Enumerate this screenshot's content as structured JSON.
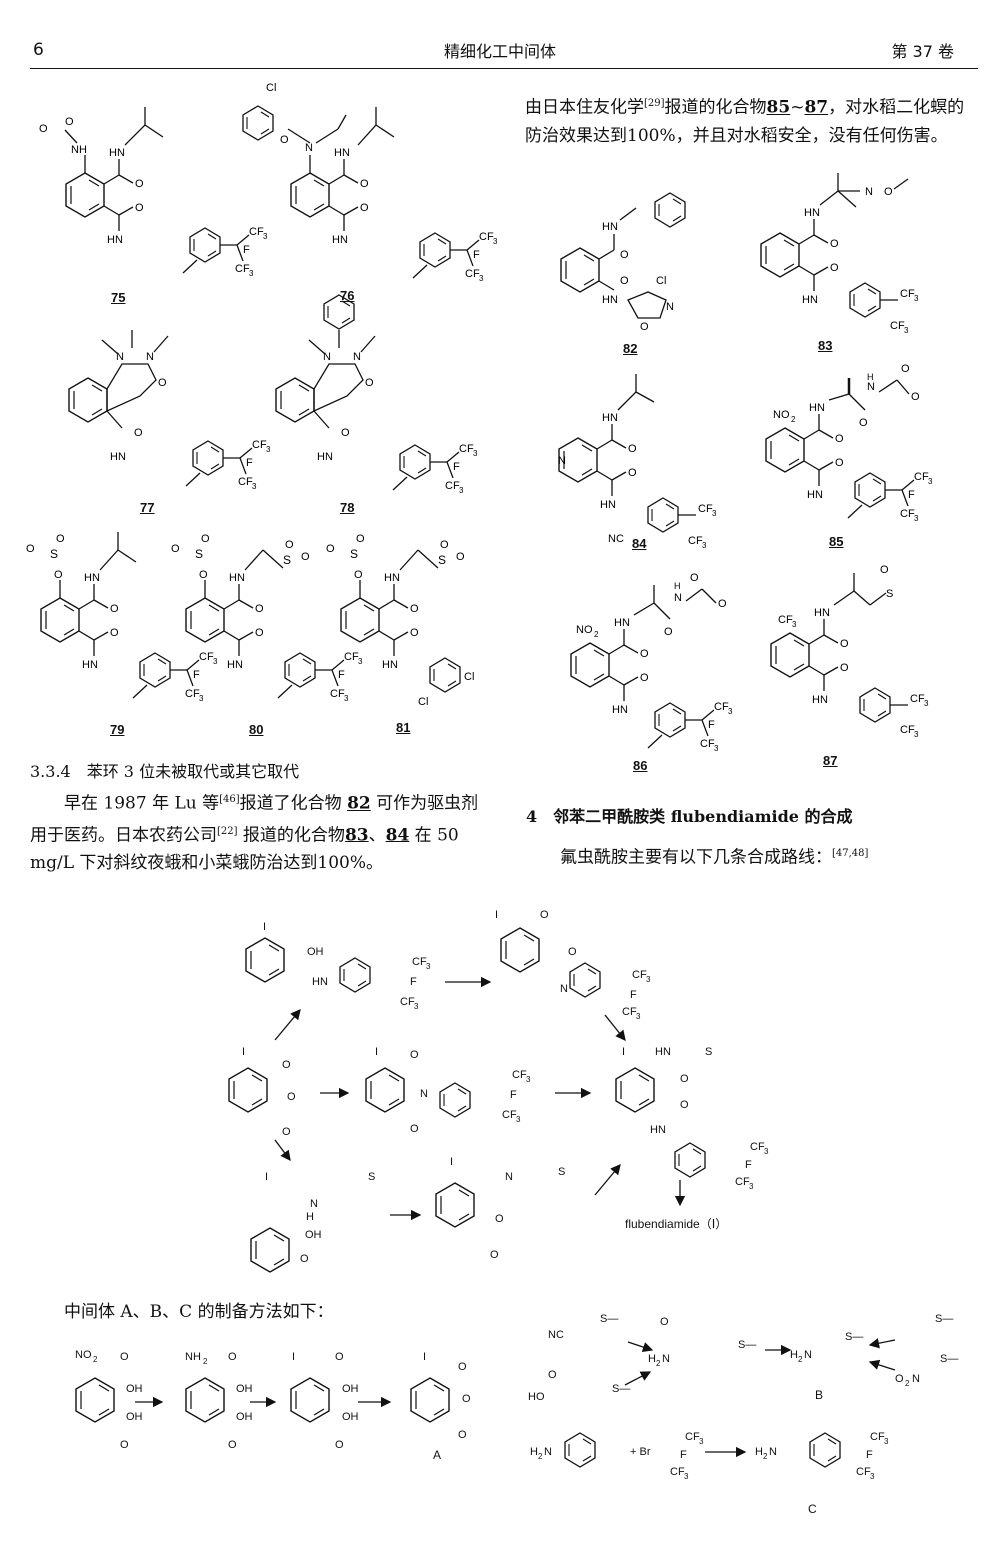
{
  "header": {
    "page_number": "6",
    "journal_title": "精细化工中间体",
    "volume": "第 37 卷"
  },
  "right_top_paragraph": {
    "pre": "由日本住友化学",
    "ref": "[29]",
    "mid": "报道的化合物",
    "cmp_a": "85",
    "dash": "~",
    "cmp_b": "87",
    "post": "，对水稻二化螟的防治效果达到100%，并且对水稻安全，没有任何伤害。"
  },
  "section_333": {
    "heading": "3.3.4　苯环 3 位未被取代或其它取代",
    "p_pre": "早在 1987 年 Lu 等",
    "p_ref1": "[46]",
    "p_mid1": "报道了化合物 ",
    "p_c82": "82",
    "p_mid2": " 可作为驱虫剂用于医药。日本农药公司",
    "p_ref2": "[22]",
    "p_mid3": " 报道的化合物",
    "p_c83": "83",
    "p_sep": "、",
    "p_c84": "84",
    "p_post": " 在 50 mg/L 下对斜纹夜蛾和小菜蛾防治达到100%。"
  },
  "section_4": {
    "heading": "4　邻苯二甲酰胺类 flubendiamide 的合成",
    "p_pre": "氟虫酰胺主要有以下几条合成路线：",
    "p_ref": "[47,48]"
  },
  "intermediates_text": "中间体 A、B、C 的制备方法如下：",
  "compound_labels": {
    "c75": "75",
    "c76": "76",
    "c77": "77",
    "c78": "78",
    "c79": "79",
    "c80": "80",
    "c81": "81",
    "c82": "82",
    "c83": "83",
    "c84": "84",
    "c85": "85",
    "c86": "86",
    "c87": "87"
  },
  "scheme_labels": {
    "product": "flubendiamide（Ⅰ）",
    "A": "A",
    "B": "B",
    "C": "C"
  }
}
